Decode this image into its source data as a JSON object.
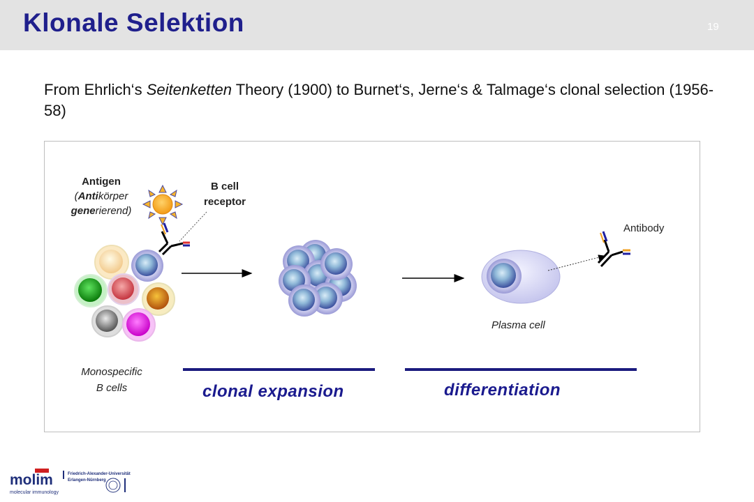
{
  "slide": {
    "title": "Klonale Selektion",
    "page_number": "19",
    "subtitle": {
      "part1": "From Ehrlich‘s ",
      "part2_italic": "Seitenketten",
      "part3": " Theory (1900) to  Burnet‘s, Jerne‘s & Talmage‘s clonal selection (1956-58)"
    }
  },
  "diagram": {
    "antigen_label": {
      "line1": "Antigen",
      "line2_pre": "(",
      "line2_bold": "Anti",
      "line2_post": "körper",
      "line3_bold": "gene",
      "line3_post": "rierend)"
    },
    "bcr_label": {
      "line1": "B cell",
      "line2": "receptor"
    },
    "antibody_label": "Antibody",
    "plasma_cell_label": "Plasma cell",
    "monospecific_label": {
      "line1": "Monospecific",
      "line2": "B cells"
    },
    "stage1": "clonal expansion",
    "stage2": "differentiation"
  },
  "footer": {
    "logo_text": "molim",
    "logo_sub": "molecular immunology",
    "university_line1": "Friedrich-Alexander-Universität",
    "university_line2": "Erlangen-Nürnberg"
  },
  "colors": {
    "title": "#1f1f8c",
    "stage_text": "#1a1a8e",
    "stage_bar": "#1b1b7e",
    "header_bg": "#e3e3e3"
  }
}
